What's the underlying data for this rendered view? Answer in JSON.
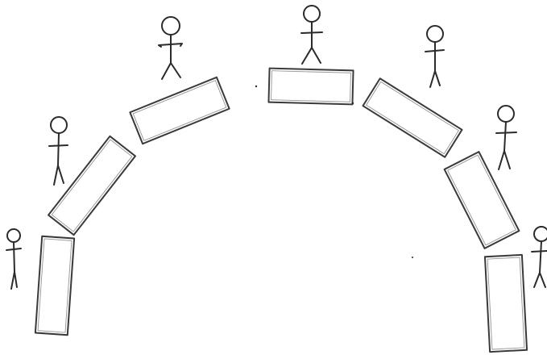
{
  "sketch": {
    "description_colors": {
      "ink": "#2b2b2b",
      "paper": "#ffffff",
      "table_ink": "#3a3a3a"
    },
    "tables": [
      {
        "id": "table-1"
      },
      {
        "id": "table-2"
      },
      {
        "id": "table-3"
      },
      {
        "id": "table-4"
      },
      {
        "id": "table-5"
      },
      {
        "id": "table-6"
      },
      {
        "id": "table-7"
      },
      {
        "id": "table-8"
      }
    ],
    "figures": [
      {
        "id": "figure-1"
      },
      {
        "id": "figure-2"
      },
      {
        "id": "figure-3"
      },
      {
        "id": "figure-4"
      },
      {
        "id": "figure-5"
      },
      {
        "id": "figure-6"
      },
      {
        "id": "figure-7"
      },
      {
        "id": "figure-8"
      }
    ]
  }
}
